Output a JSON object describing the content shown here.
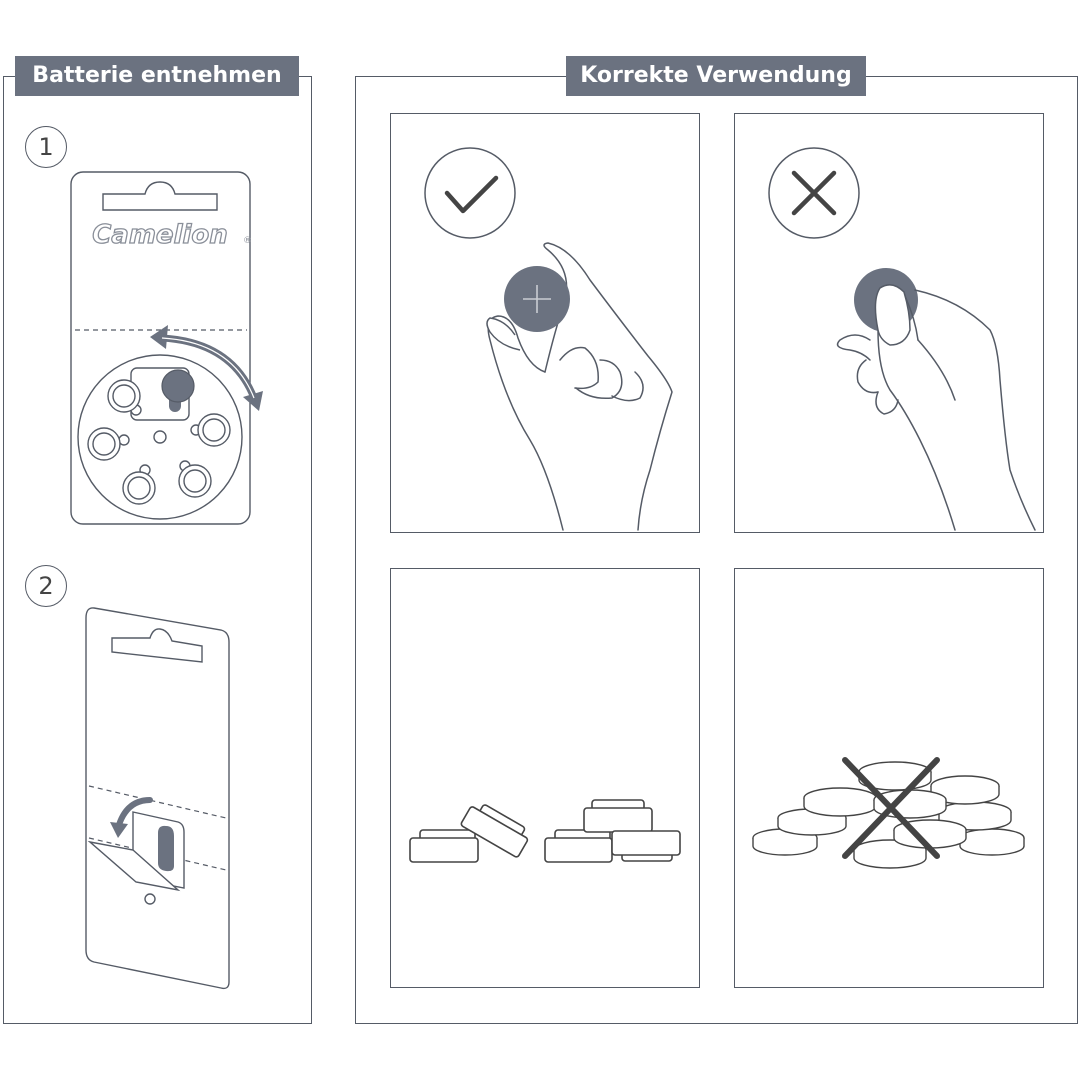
{
  "left_section": {
    "title": "Batterie entnehmen",
    "steps": [
      {
        "number": "1",
        "brand": "Camelion",
        "trademark": "®"
      },
      {
        "number": "2"
      }
    ]
  },
  "right_section": {
    "title": "Korrekte Verwendung",
    "cells": [
      {
        "indicator": "checkmark-icon",
        "meaning": "correct"
      },
      {
        "indicator": "cross-icon",
        "meaning": "incorrect"
      },
      {
        "indicator": "none"
      },
      {
        "indicator": "cross-overlay-icon",
        "meaning": "incorrect"
      }
    ]
  },
  "colors": {
    "line": "#555b66",
    "accent_gray": "#6b7280",
    "battery_fill": "#6b7280",
    "background": "#ffffff"
  }
}
